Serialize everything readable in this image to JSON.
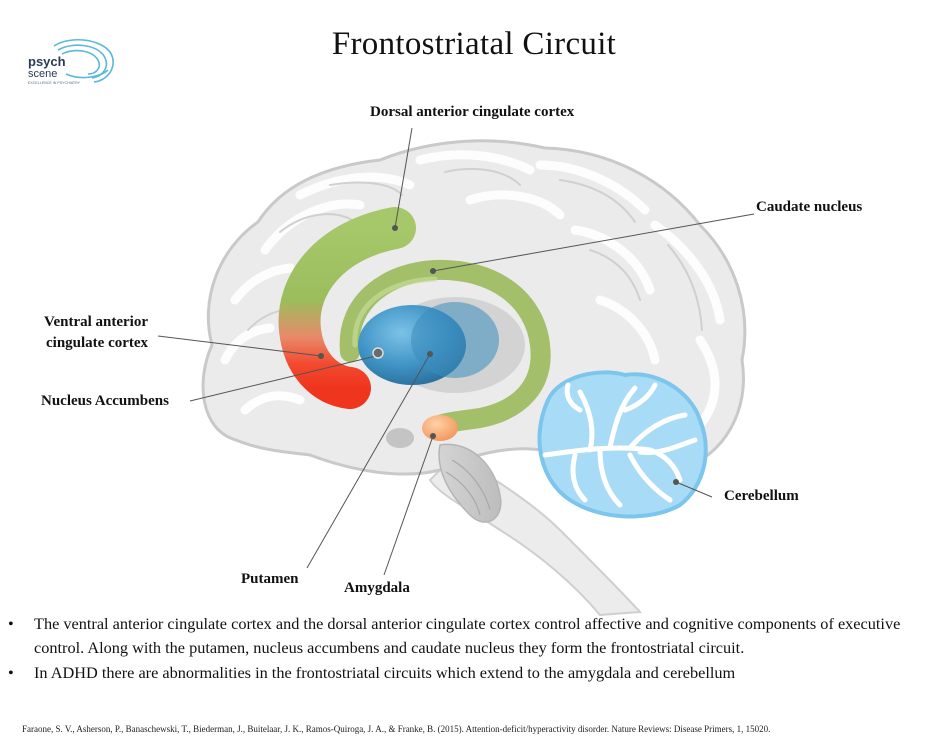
{
  "title": "Frontostriatal Circuit",
  "logo": {
    "line1": "psych",
    "line2": "scene",
    "tagline": "EXCELLENCE IN PSYCHIATRY"
  },
  "labels": {
    "dorsal_acc": "Dorsal anterior cingulate cortex",
    "caudate": "Caudate nucleus",
    "ventral_acc_line1": "Ventral anterior",
    "ventral_acc_line2": "cingulate cortex",
    "accumbens": "Nucleus Accumbens",
    "cerebellum": "Cerebellum",
    "putamen": "Putamen",
    "amygdala": "Amygdala"
  },
  "bullets": [
    "The ventral anterior cingulate cortex and the dorsal anterior cingulate cortex control affective and cognitive components of executive control. Along with the putamen, nucleus accumbens and caudate nucleus they form the frontostriatal circuit.",
    "In ADHD there are abnormalities in the frontostriatal circuits which extend to the amygdala and cerebellum"
  ],
  "citation": "Faraone, S. V., Asherson, P., Banaschewski, T., Biederman, J., Buitelaar, J. K., Ramos-Quiroga, J. A., & Franke, B. (2015). Attention-deficit/hyperactivity disorder. Nature Reviews: Disease Primers, 1, 15020.",
  "colors": {
    "cingulate_green": "#9dbd5e",
    "accumbens_red": "#f0402a",
    "putamen_blue": "#3d8fc0",
    "amygdala_orange": "#f4a36a",
    "cerebellum_blue": "#8dcdf0",
    "brain_gray": "#e6e6e6"
  }
}
